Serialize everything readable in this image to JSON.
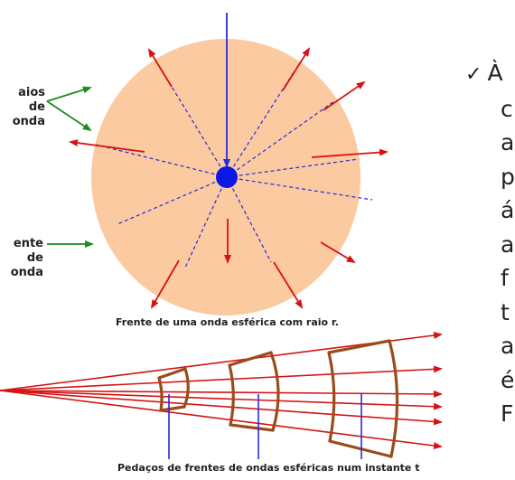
{
  "labels": {
    "raios_line1": "aios de",
    "raios_line2": "onda",
    "frente_line1": "ente de",
    "frente_line2": "onda"
  },
  "captions": {
    "spherical": "Frente de uma onda esférica com raio r.",
    "pieces": "Pedaços de frentes de ondas esféricas num instante t"
  },
  "side_text": {
    "bullet_icon": "check-mark",
    "lines": [
      "À",
      "c",
      "a",
      "p",
      "á",
      "a",
      "f",
      "t",
      "a",
      "é",
      "F"
    ]
  },
  "colors": {
    "wavefront_fill": "#fbcaa1",
    "source": "#0a18e6",
    "rays": "#d61313",
    "pointer_arrows": "#1e8c1e",
    "segments": "#9b4b1b",
    "ray_lines": "#2b2bd9"
  }
}
